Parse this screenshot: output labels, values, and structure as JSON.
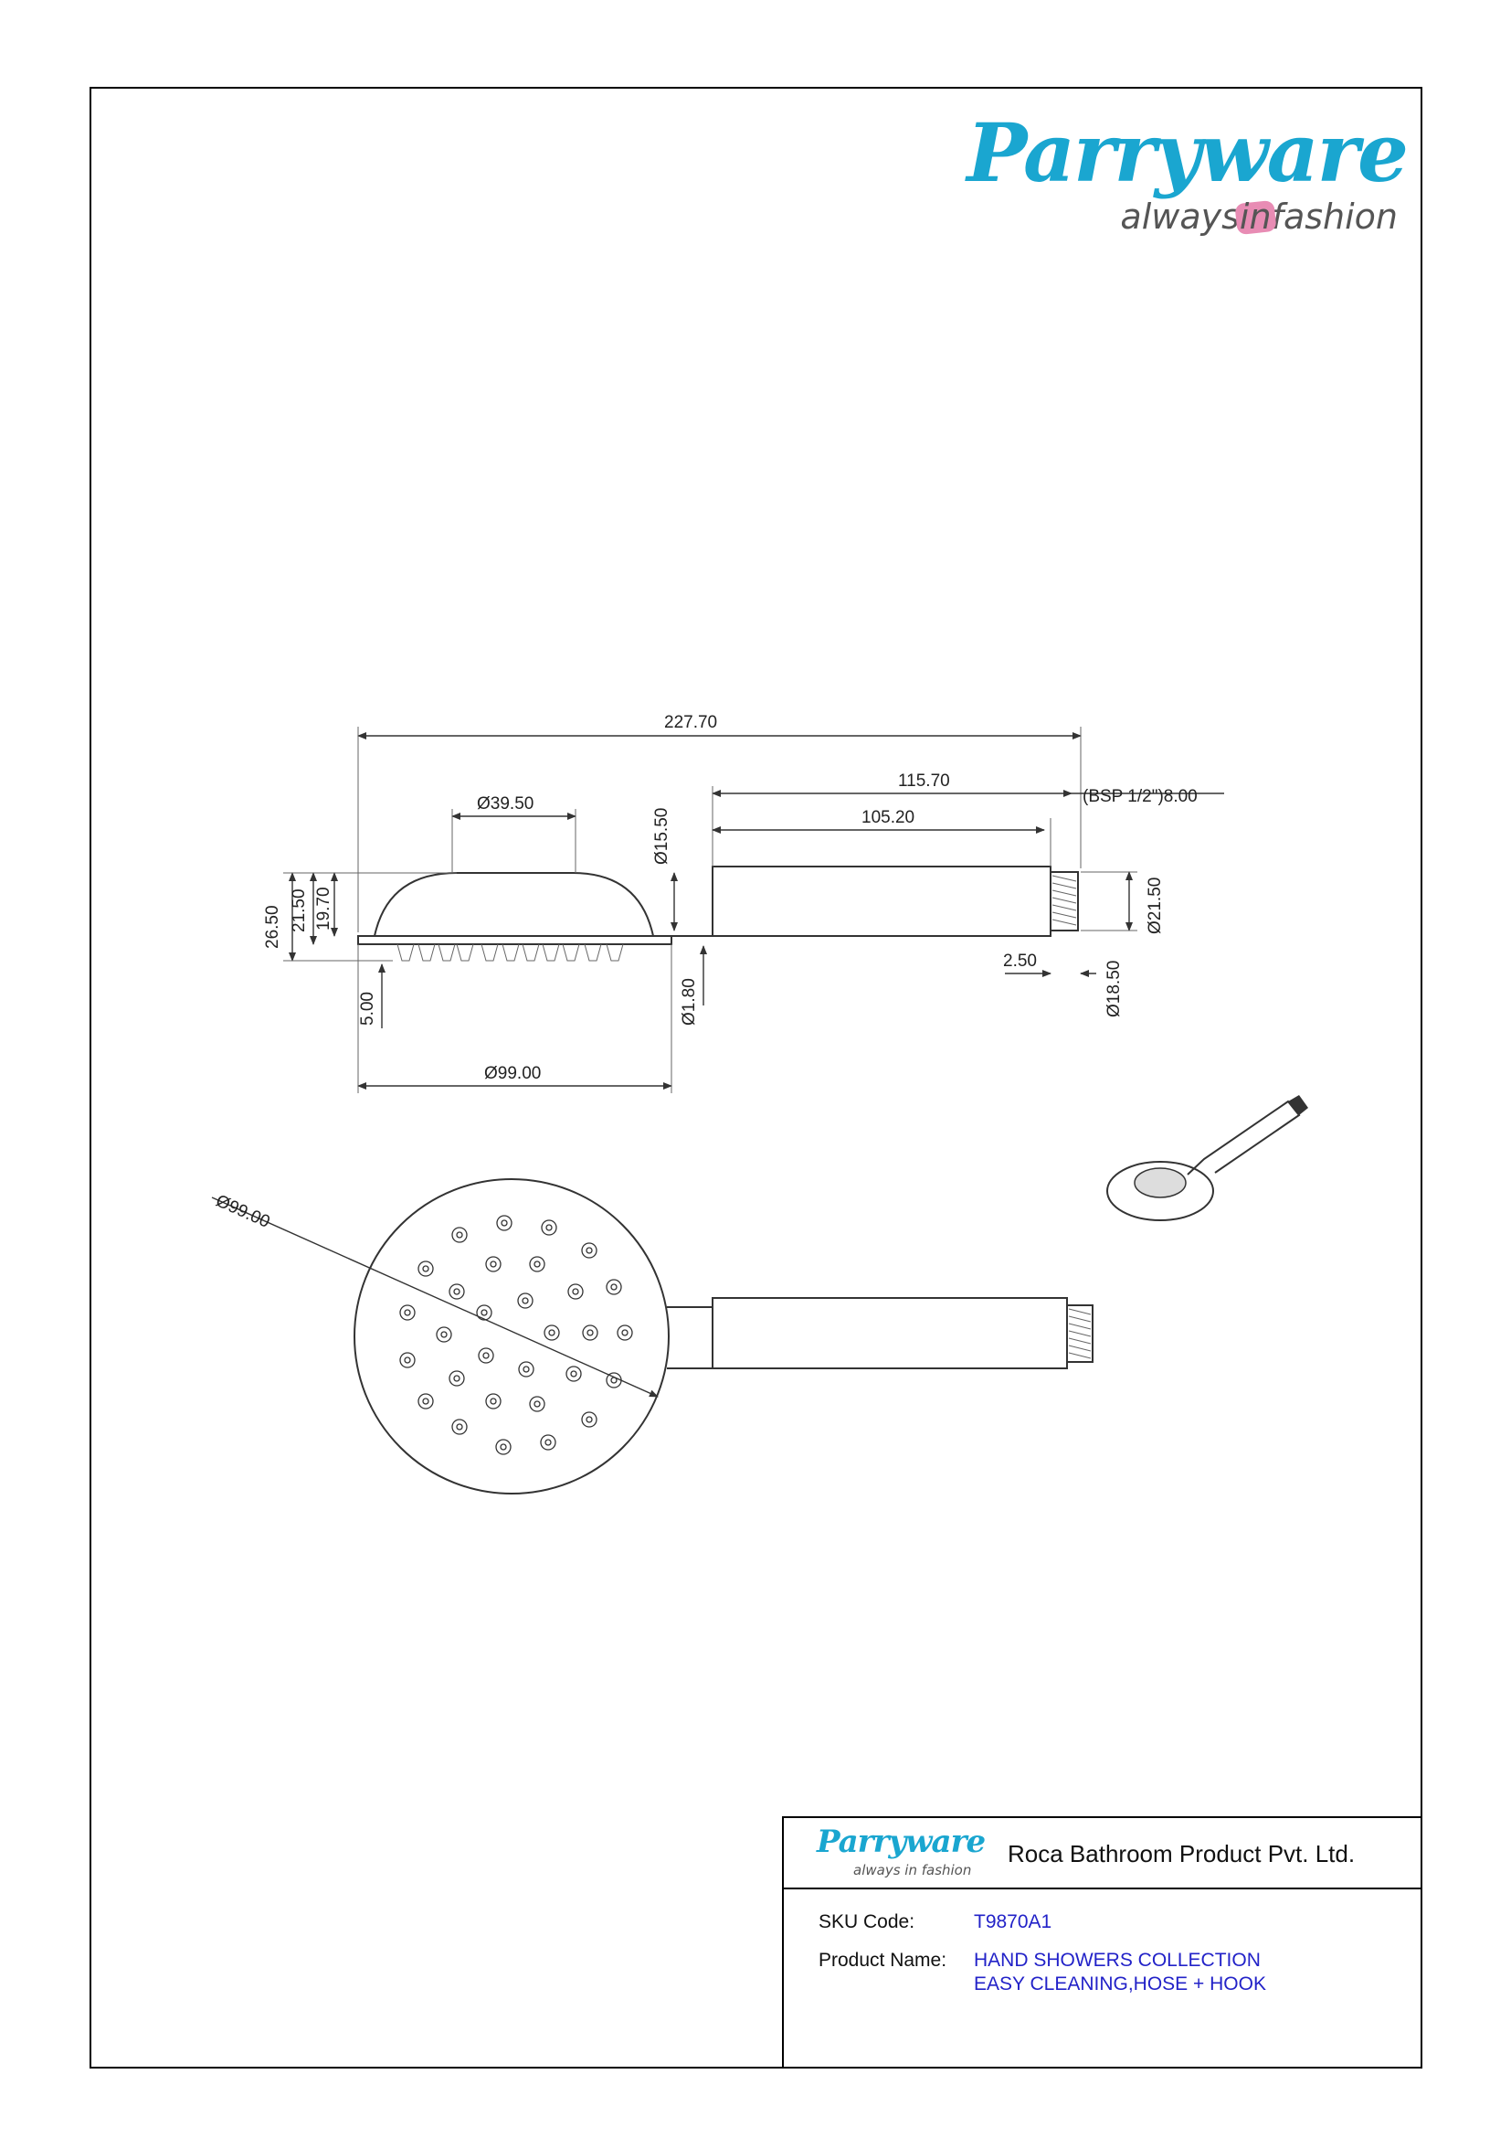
{
  "brand": {
    "name": "Parryware",
    "tagline_before": "always",
    "tagline_highlight": "in",
    "tagline_after": "fashion"
  },
  "dimensions": {
    "overall_length": "227.70",
    "handle_length": "115.70",
    "handle_body": "105.20",
    "thread": "(BSP 1/2\")8.00",
    "dome_diameter": "Ø39.50",
    "neck_diameter": "Ø15.50",
    "h_total": "26.50",
    "h_head": "21.50",
    "h_dome": "19.70",
    "handle_diameter": "Ø21.50",
    "thread_inner": "Ø18.50",
    "thread_gap": "2.50",
    "nozzle_height": "5.00",
    "plate_thickness": "Ø1.80",
    "head_diameter": "Ø99.00",
    "face_diameter": "Ø99.00"
  },
  "title_block": {
    "brand_name": "Parryware",
    "brand_tagline": "always in fashion",
    "company": "Roca Bathroom Product Pvt. Ltd.",
    "sku_label": "SKU Code:",
    "sku_value": "T9870A1",
    "product_label": "Product Name:",
    "product_line1": "HAND SHOWERS COLLECTION",
    "product_line2": "EASY CLEANING,HOSE + HOOK"
  },
  "colors": {
    "brand": "#1aa6d0",
    "highlight": "#e88cb4",
    "value_text": "#2222c8"
  }
}
